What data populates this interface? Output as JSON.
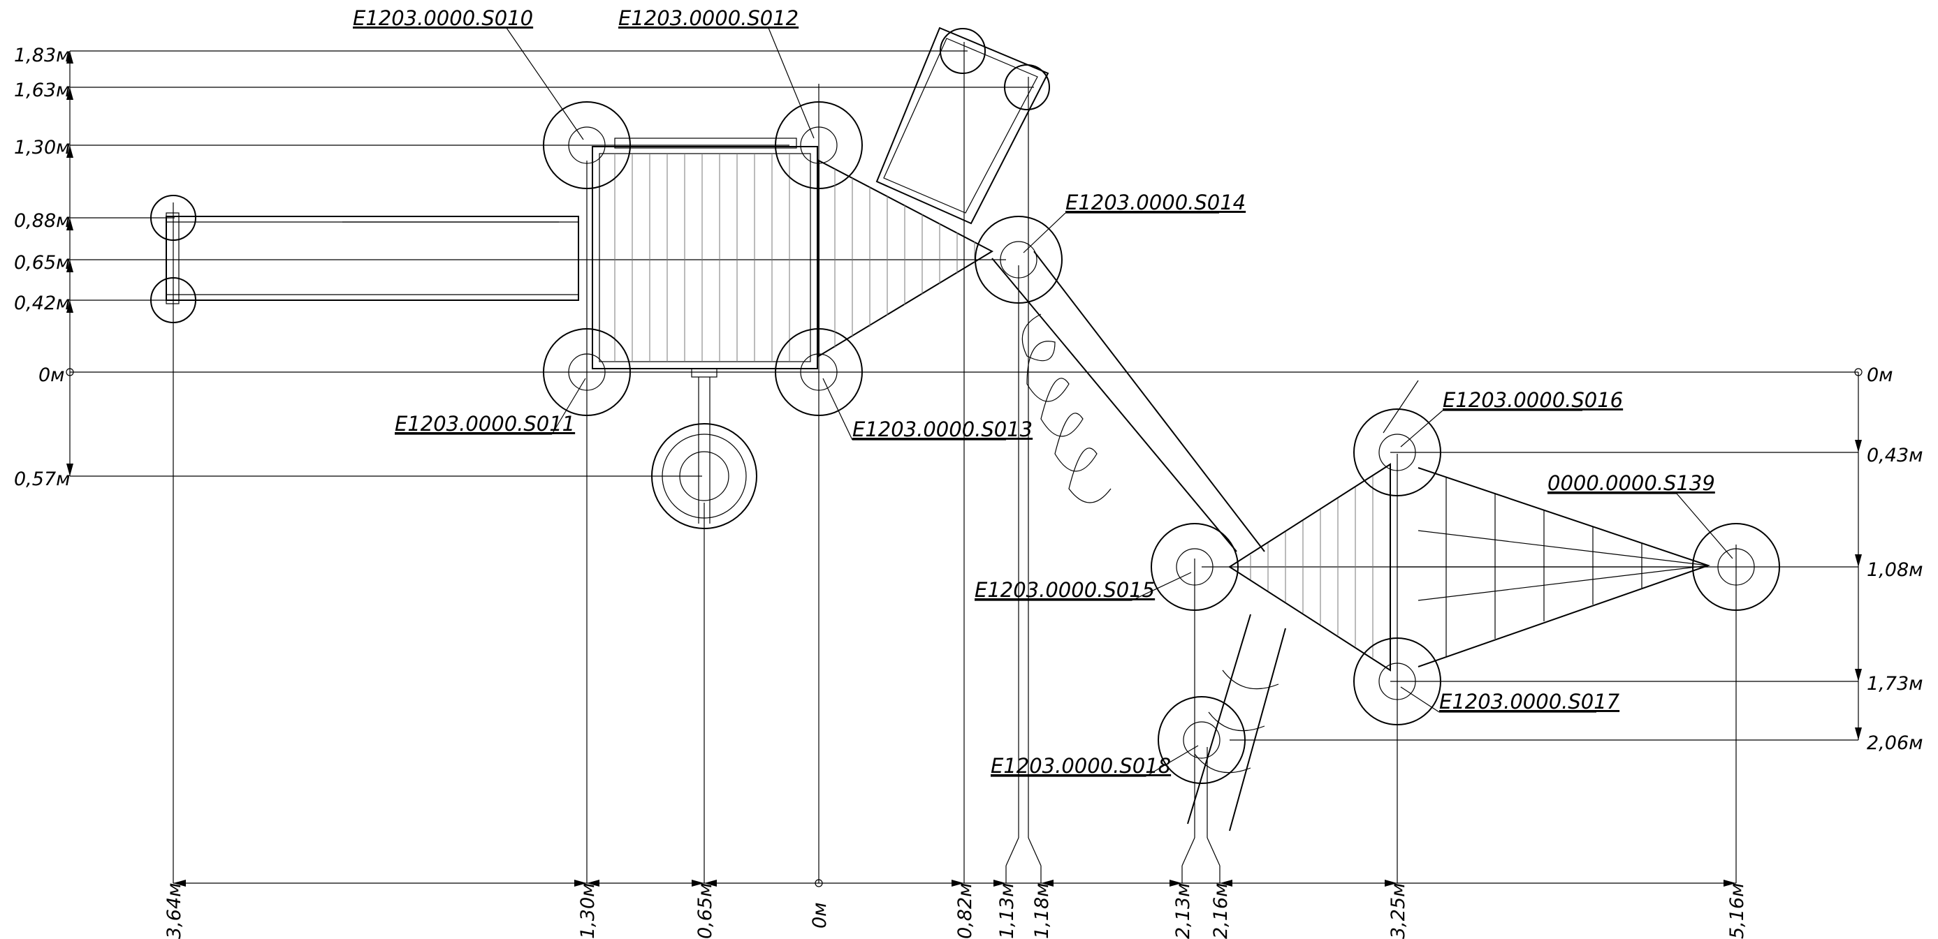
{
  "drawing": {
    "part_labels": [
      {
        "id": "s010",
        "text": "E1203.0000.S010"
      },
      {
        "id": "s012",
        "text": "E1203.0000.S012"
      },
      {
        "id": "s014",
        "text": "E1203.0000.S014"
      },
      {
        "id": "s011",
        "text": "E1203.0000.S011"
      },
      {
        "id": "s013",
        "text": "E1203.0000.S013"
      },
      {
        "id": "s016",
        "text": "E1203.0000.S016"
      },
      {
        "id": "s139",
        "text": "0000.0000.S139"
      },
      {
        "id": "s015",
        "text": "E1203.0000.S015"
      },
      {
        "id": "s017",
        "text": "E1203.0000.S017"
      },
      {
        "id": "s018",
        "text": "E1203.0000.S018"
      }
    ],
    "left_dims": [
      "1,83м",
      "1,63м",
      "1,30м",
      "0,88м",
      "0,65м",
      "0,42м",
      "0м",
      "0,57м"
    ],
    "right_dims": [
      "0м",
      "0,43м",
      "1,08м",
      "1,73м",
      "2,06м"
    ],
    "bottom_dims": [
      "3,64м",
      "1,30м",
      "0,65м",
      "0м",
      "0,82м",
      "1,13м",
      "1,18м",
      "2,13м",
      "2,16м",
      "3,25м",
      "5,16м"
    ]
  }
}
